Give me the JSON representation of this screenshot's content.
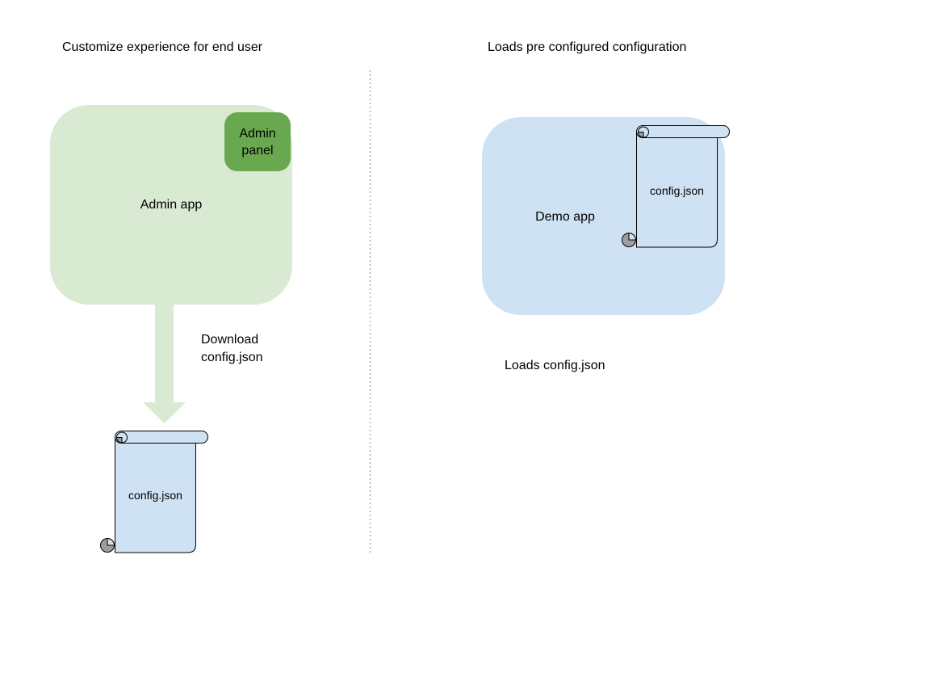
{
  "left_section": {
    "title": "Customize experience for end user",
    "admin_app": {
      "label": "Admin app",
      "fill": "#d9ead3"
    },
    "admin_panel": {
      "label": "Admin panel",
      "fill": "#6aa84f"
    },
    "arrow_caption": "Download config.json",
    "scroll": {
      "label": "config.json",
      "fill": "#cfe2f3"
    }
  },
  "right_section": {
    "title": "Loads pre configured configuration",
    "demo_app": {
      "label": "Demo app",
      "fill": "#cfe2f3"
    },
    "scroll": {
      "label": "config.json",
      "fill": "#cfe2f3"
    },
    "caption": "Loads config.json"
  },
  "palette": {
    "light_green": "#d9ead3",
    "dark_green": "#6aa84f",
    "light_blue": "#cfe2f3",
    "curl_gray": "#9e9e9e",
    "divider_gray": "#8f8f8f",
    "text": "#000000",
    "background": "#ffffff"
  }
}
